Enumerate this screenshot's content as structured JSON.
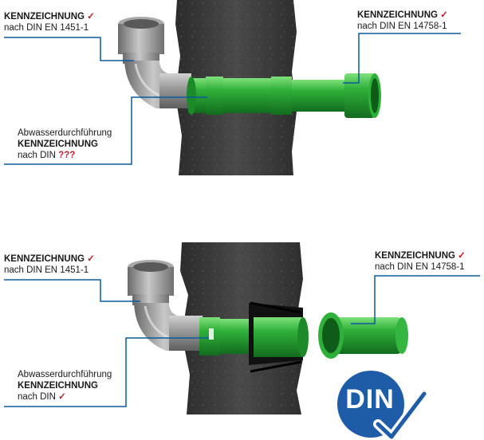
{
  "top": {
    "left_label": {
      "title": "KENNZEICHNUNG",
      "line2": "nach DIN EN 1451-1",
      "mark": "✓"
    },
    "right_label": {
      "title": "KENNZEICHNUNG",
      "line2": "nach DIN EN 14758-1",
      "mark": "✓"
    },
    "middle_label": {
      "line1": "Abwasserdurchführung",
      "title": "KENNZEICHNUNG",
      "line3": "nach DIN",
      "mark": "???"
    }
  },
  "bottom": {
    "left_label": {
      "title": "KENNZEICHNUNG",
      "line2": "nach DIN EN 1451-1",
      "mark": "✓"
    },
    "right_label": {
      "title": "KENNZEICHNUNG",
      "line2": "nach DIN EN 14758-1",
      "mark": "✓"
    },
    "middle_label": {
      "line1": "Abwasserdurchführung",
      "title": "KENNZEICHNUNG",
      "line3": "nach DIN",
      "mark": "✓"
    }
  },
  "badge": {
    "text": "DIN"
  },
  "colors": {
    "leader": "#0b5a9e",
    "pvc_green": "#27a83a",
    "pipe_grey": "#9a9a9a",
    "wall": "#3c3c3c",
    "check": "#c0202a",
    "badge": "#1e5ca8"
  }
}
